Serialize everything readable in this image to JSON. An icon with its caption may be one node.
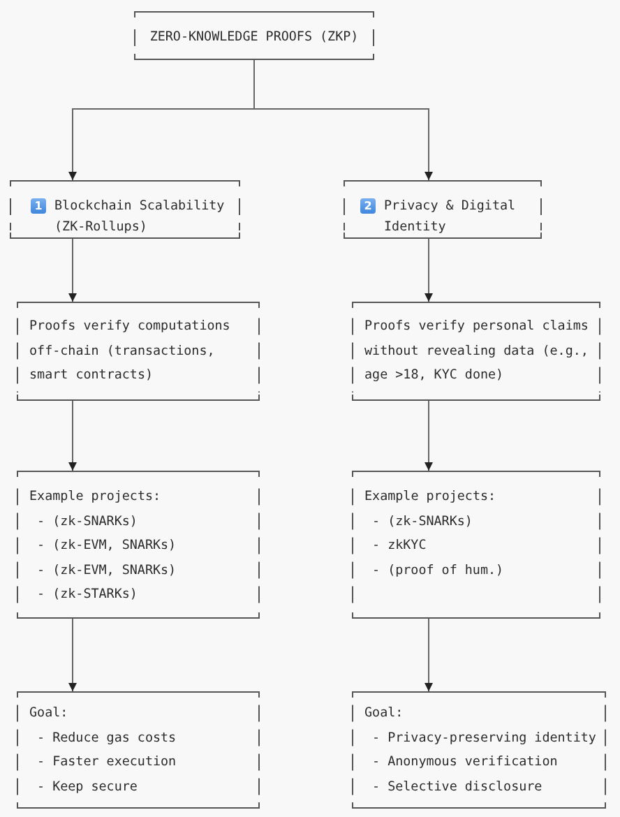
{
  "diagram": {
    "nodes": [
      {
        "text": [
          "ZERO-KNOWLEDGE PROOFS (ZKP)"
        ]
      },
      {
        "text": [
          "1",
          "Blockchain Scalability (ZK-Rollups)"
        ]
      },
      {
        "text": [
          "2",
          "Privacy & Digital Identity"
        ]
      },
      {
        "text": [
          "Proofs verify computations off-chain (transactions, smart contracts)"
        ]
      },
      {
        "text": [
          "Proofs verify personal claims without revealing data (e.g., age >18, KYC done)"
        ]
      },
      {
        "text": [
          "Example projects:",
          "- (zk-SNARKs)",
          "- (zk-EVM, SNARKs)",
          "- (zk-EVM, SNARKs)",
          "- (zk-STARKs)"
        ]
      },
      {
        "text": [
          "Example projects:",
          "- (zk-SNARKs)",
          "- zkKYC",
          "- (proof of hum.)"
        ]
      },
      {
        "text": [
          "Goal:",
          "- Reduce gas costs",
          "- Faster execution",
          "- Keep secure"
        ]
      },
      {
        "text": [
          "Goal:",
          "- Privacy-preserving identity",
          "- Anonymous verification",
          "- Selective disclosure"
        ]
      }
    ],
    "edges": [
      {
        "from": 0,
        "to": 1,
        "arrow": "to"
      },
      {
        "from": 0,
        "to": 2,
        "arrow": "to"
      },
      {
        "from": 1,
        "to": 3,
        "arrow": "to"
      },
      {
        "from": 3,
        "to": 5,
        "arrow": "to"
      },
      {
        "from": 5,
        "to": 7,
        "arrow": "to"
      },
      {
        "from": 2,
        "to": 4,
        "arrow": "to"
      },
      {
        "from": 4,
        "to": 6,
        "arrow": "to"
      },
      {
        "from": 6,
        "to": 8,
        "arrow": "to"
      }
    ]
  }
}
